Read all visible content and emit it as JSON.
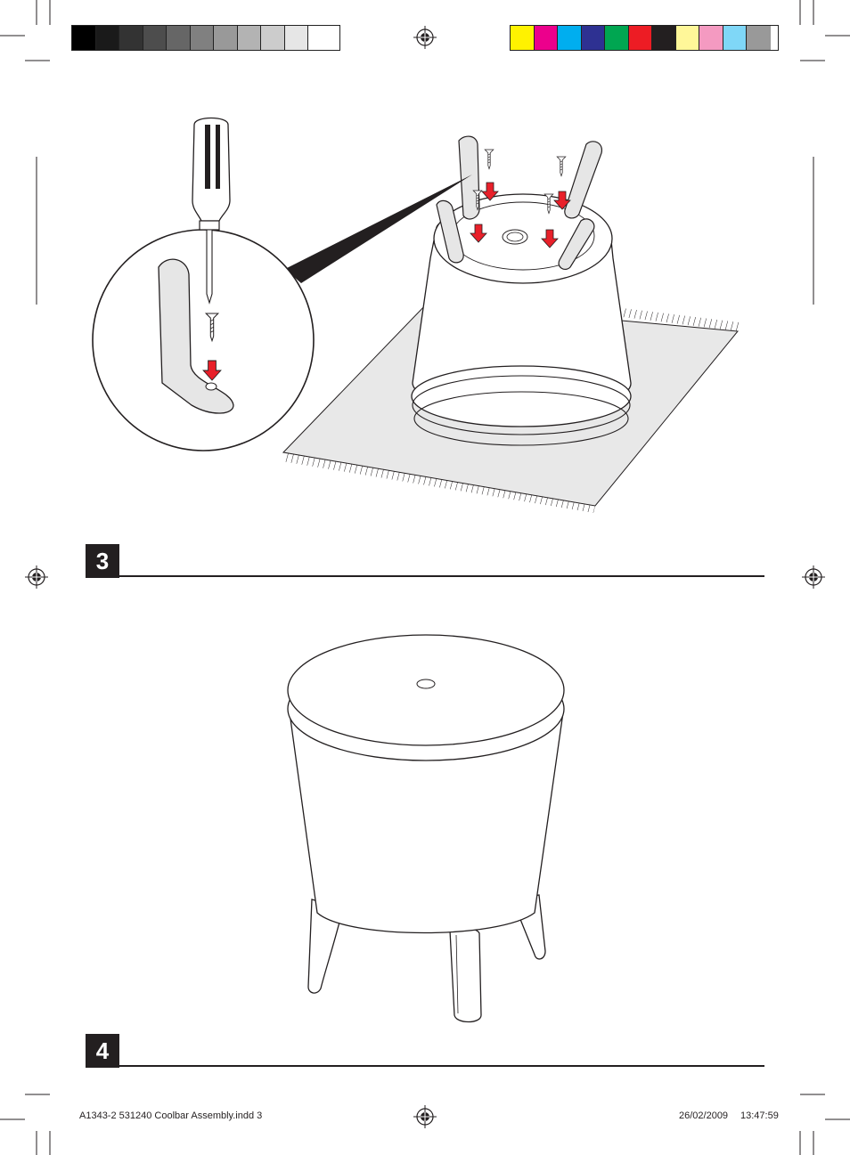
{
  "color_bars": {
    "grayscale": [
      "#000000",
      "#1a1a1a",
      "#333333",
      "#4d4d4d",
      "#666666",
      "#808080",
      "#999999",
      "#b3b3b3",
      "#cccccc",
      "#e6e6e6",
      "#ffffff"
    ],
    "process": [
      "#fff200",
      "#ec008c",
      "#00aeef",
      "#2e3192",
      "#00a651",
      "#ed1c24",
      "#231f20",
      "#fff799",
      "#f49ac1",
      "#7fd7f7",
      "#999999"
    ]
  },
  "steps": [
    {
      "number": "3"
    },
    {
      "number": "4"
    }
  ],
  "footer": {
    "filename": "A1343-2 531240 Coolbar Assembly.indd   3",
    "date": "26/02/2009",
    "time": "13:47:59"
  },
  "accent_color": "#e8202a"
}
